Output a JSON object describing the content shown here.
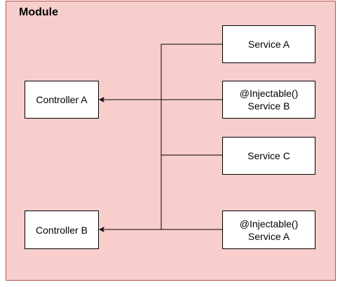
{
  "module": {
    "title": "Module",
    "fill": "#f8cecc",
    "border": "#b85450"
  },
  "controllers": {
    "a": {
      "label": "Controller A"
    },
    "b": {
      "label": "Controller B"
    }
  },
  "services": {
    "service_a": {
      "label": "Service A"
    },
    "injectable_b": {
      "decorator": "@Injectable()",
      "label": "Service B"
    },
    "service_c": {
      "label": "Service C"
    },
    "injectable_a": {
      "decorator": "@Injectable()",
      "label": "Service A"
    }
  },
  "edges": [
    {
      "from": "service_a",
      "to": "controller_b"
    },
    {
      "from": "injectable_b",
      "to": "controller_a"
    },
    {
      "from": "service_c",
      "to": "controller_b"
    },
    {
      "from": "injectable_a",
      "to": "controller_b"
    }
  ]
}
